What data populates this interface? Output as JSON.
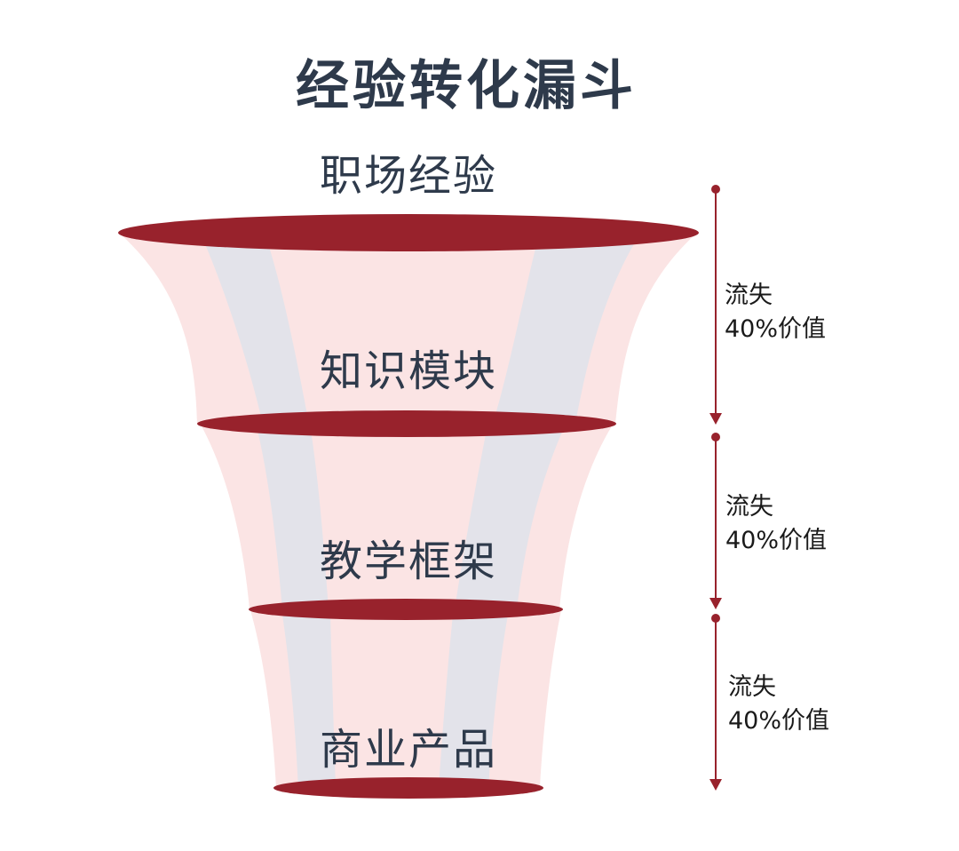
{
  "title": "经验转化漏斗",
  "stages": [
    {
      "label": "职场经验"
    },
    {
      "label": "知识模块"
    },
    {
      "label": "教学框架"
    },
    {
      "label": "商业产品"
    }
  ],
  "losses": [
    {
      "line1": "流失",
      "line2": "40%价值"
    },
    {
      "line1": "流失",
      "line2": "40%价值"
    },
    {
      "line1": "流失",
      "line2": "40%价值"
    }
  ],
  "colors": {
    "rim": "#98222c",
    "body": "#fbe4e4",
    "stripe": "#e3e3ea",
    "text": "#2e3a4b",
    "arrow": "#98222c"
  }
}
